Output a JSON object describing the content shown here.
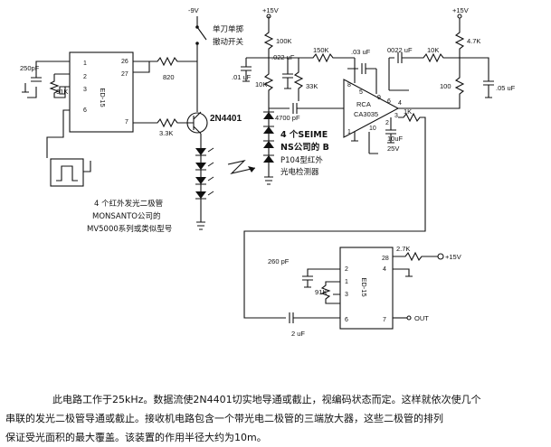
{
  "top_labels": {
    "supply1": "-9V",
    "supply2": "+15V",
    "supply3": "+15V"
  },
  "switch_label": [
    "单刀单掷",
    "撤动开关"
  ],
  "ic_tx": {
    "name": "ED-15",
    "pins": [
      "1",
      "2",
      "3",
      "6",
      "26",
      "27",
      "7"
    ]
  },
  "ic_rx": {
    "name": "ED-15",
    "pins": [
      "28",
      "2",
      "4",
      "1",
      "3",
      "6",
      "7"
    ]
  },
  "transistor": "2N4401",
  "opamp": [
    "RCA",
    "CA3035"
  ],
  "components": {
    "c_250pf_a": "250pF",
    "r_91k_a": "91K",
    "r_820": "820",
    "r_33k": "3.3K",
    "r_100k": "100K",
    "c_01uf": ".01 uF",
    "c_022uf": ".022 uF",
    "r_10k_a": "10K",
    "r_150k": "150K",
    "r_33k_b": "33K",
    "c_03uf": ".03 uF",
    "c_0022uf": "0022 uF",
    "r_10k_b": "10K",
    "r_47k": "4.7K",
    "r_100": "100",
    "c_05uf": ".05 uF",
    "c_4700pf": "4700 pF",
    "r_1k": "1K",
    "c_10uf": "10uF",
    "c_10uf_v": "25V",
    "c_260pf": "260 pF",
    "r_91k_b": "91K",
    "r_27k": "2.7K",
    "rx_supply": "+15V",
    "c_2uf": "2 uF",
    "out": "OUT"
  },
  "pins_opamp": [
    "8",
    "5",
    "9",
    "6",
    "4",
    "3",
    "2",
    "1",
    "10"
  ],
  "led_note": [
    "4 个红外发光二极管",
    "MONSANTO公司的",
    "MV5000系列或类似型号"
  ],
  "photo_note": [
    "4 个SEIME",
    "NS公司的 B",
    "P104型红外",
    "光电检测器"
  ],
  "caption": [
    "此电路工作于25kHz。数据流使2N4401切实地导通或截止，视编码状态而定。这样就依次使几个",
    "串联的发光二极管导通或截止。接收机电路包含一个带光电二极管的三端放大器，这些二极管的排列",
    "保证受光面积的最大覆盖。该装置的作用半径大约为10m。"
  ]
}
